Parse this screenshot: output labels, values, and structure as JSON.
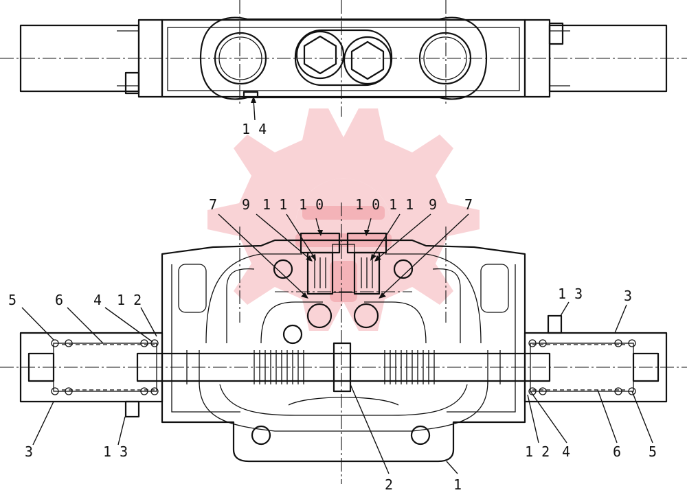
{
  "callouts": [
    {
      "id": "c14",
      "text": "1 4"
    },
    {
      "id": "c7l",
      "text": "7"
    },
    {
      "id": "c9l",
      "text": "9"
    },
    {
      "id": "c11l",
      "text": "1 1"
    },
    {
      "id": "c10l",
      "text": "1 0"
    },
    {
      "id": "c10r",
      "text": "1 0"
    },
    {
      "id": "c11r",
      "text": "1 1"
    },
    {
      "id": "c9r",
      "text": "9"
    },
    {
      "id": "c7r",
      "text": "7"
    },
    {
      "id": "c5l",
      "text": "5"
    },
    {
      "id": "c6l",
      "text": "6"
    },
    {
      "id": "c4l",
      "text": "4"
    },
    {
      "id": "c12l",
      "text": "1 2"
    },
    {
      "id": "c13r",
      "text": "1 3"
    },
    {
      "id": "c3r",
      "text": "3"
    },
    {
      "id": "c3l",
      "text": "3"
    },
    {
      "id": "c13l",
      "text": "1 3"
    },
    {
      "id": "c2",
      "text": "2"
    },
    {
      "id": "c1",
      "text": "1"
    },
    {
      "id": "c12r",
      "text": "1 2"
    },
    {
      "id": "c4r",
      "text": "4"
    },
    {
      "id": "c6r",
      "text": "6"
    },
    {
      "id": "c5r",
      "text": "5"
    }
  ],
  "colors": {
    "ink": "#111111",
    "watermark": "#e9616a"
  }
}
